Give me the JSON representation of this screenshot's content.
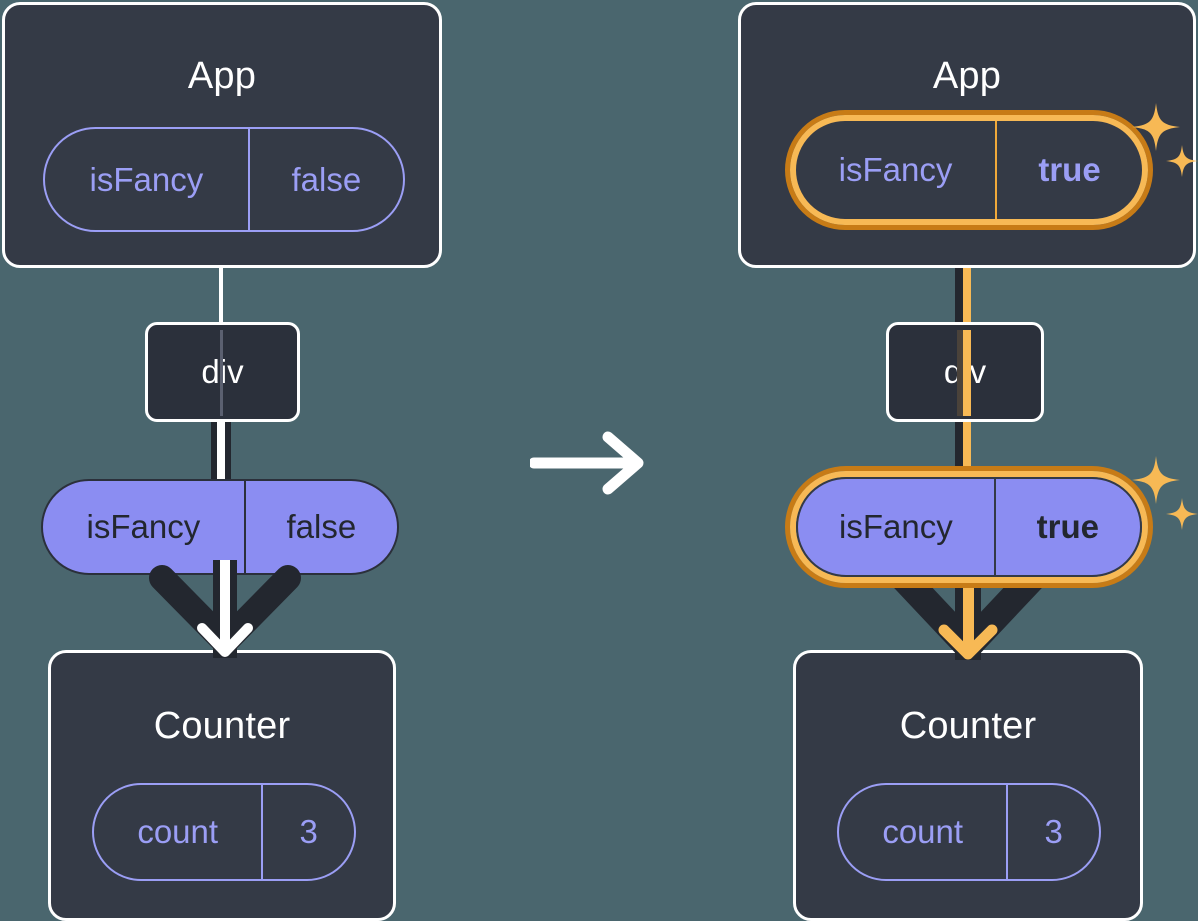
{
  "meta": {
    "background_color": "#4a666e",
    "card_color": "#343a46",
    "node_color": "#2b303b",
    "accent_purple": "#8b8df2",
    "accent_purple_outline": "#9b9ef5",
    "accent_amber": "#f7b955",
    "accent_amber_dark": "#c77b16",
    "white": "#ffffff",
    "dark_line": "#23272f"
  },
  "before": {
    "app": {
      "title": "App",
      "state": {
        "key": "isFancy",
        "value": "false",
        "highlighted": false
      }
    },
    "div": {
      "label": "div"
    },
    "prop": {
      "key": "isFancy",
      "value": "false",
      "highlighted": false
    },
    "counter": {
      "title": "Counter",
      "state": {
        "key": "count",
        "value": "3",
        "highlighted": false
      }
    },
    "arrow_color": "#ffffff"
  },
  "transition": {
    "icon": "arrow-right-icon",
    "color": "#ffffff"
  },
  "after": {
    "app": {
      "title": "App",
      "state": {
        "key": "isFancy",
        "value": "true",
        "highlighted": true
      }
    },
    "div": {
      "label": "div"
    },
    "prop": {
      "key": "isFancy",
      "value": "true",
      "highlighted": true
    },
    "counter": {
      "title": "Counter",
      "state": {
        "key": "count",
        "value": "3",
        "highlighted": false
      }
    },
    "arrow_color": "#f7b955",
    "sparkles": [
      {
        "name": "sparkle-app-state"
      },
      {
        "name": "sparkle-prop"
      }
    ]
  }
}
